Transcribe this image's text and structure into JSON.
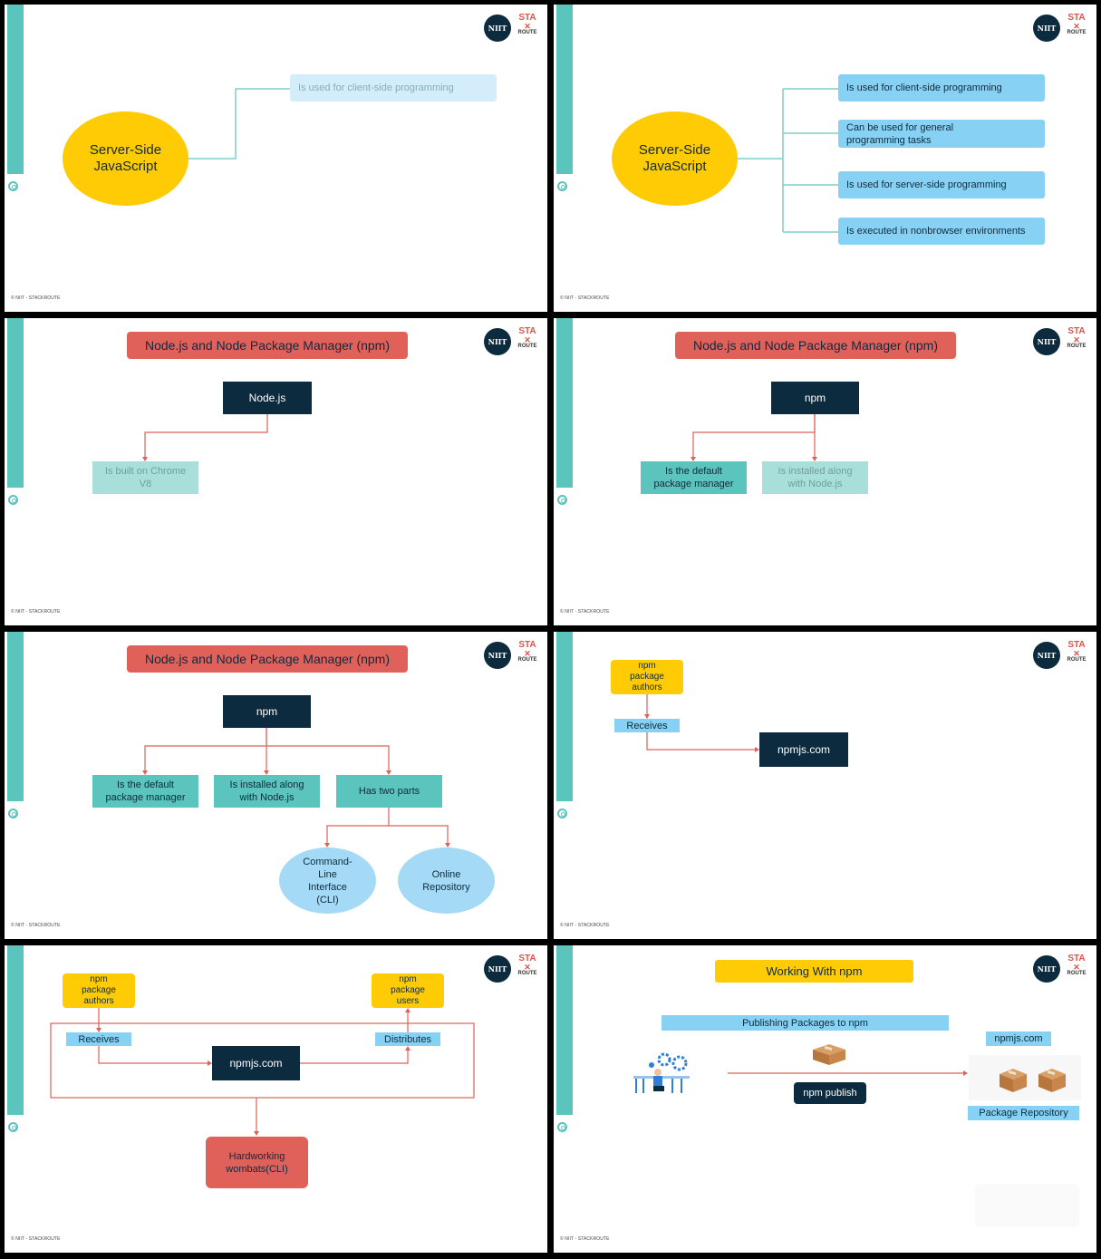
{
  "footer": "© NIIT - STACKROUTE",
  "logo": {
    "niit": "NIIT",
    "sr_top": "STA",
    "sr_mark": "✕",
    "sr_bottom": "ROUTE"
  },
  "slide1": {
    "center": "Server-Side JavaScript",
    "item": "Is used for client-side programming"
  },
  "slide2": {
    "center": "Server-Side JavaScript",
    "items": [
      "Is used for client-side programming",
      "Can be used for general programming tasks",
      "Is used for server-side programming",
      "Is executed in nonbrowser environments"
    ]
  },
  "slide3": {
    "title": "Node.js and Node Package Manager (npm)",
    "root": "Node.js",
    "child": "Is built on Chrome V8"
  },
  "slide4": {
    "title": "Node.js and Node Package Manager (npm)",
    "root": "npm",
    "child1": "Is the default package manager",
    "child2": "Is installed along with Node.js"
  },
  "slide5": {
    "title": "Node.js and Node Package Manager (npm)",
    "root": "npm",
    "child1": "Is the default package manager",
    "child2": "Is installed along with Node.js",
    "child3": "Has two parts",
    "part1": "Command-Line Interface (CLI)",
    "part2": "Online Repository"
  },
  "slide6": {
    "authors": "npm package authors",
    "receives": "Receives",
    "registry": "npmjs.com"
  },
  "slide7": {
    "authors": "npm package authors",
    "users": "npm package users",
    "receives": "Receives",
    "distributes": "Distributes",
    "registry": "npmjs.com",
    "cli": "Hardworking wombats(CLI)"
  },
  "slide8": {
    "title": "Working With npm",
    "subtitle": "Publishing Packages to npm",
    "registry": "npmjs.com",
    "command": "npm publish",
    "repo": "Package Repository"
  },
  "colors": {
    "teal": "#5bc4bc",
    "navy": "#0d2b3e",
    "red": "#e0615a",
    "yellow": "#ffcb05",
    "blue": "#87d2f4"
  }
}
